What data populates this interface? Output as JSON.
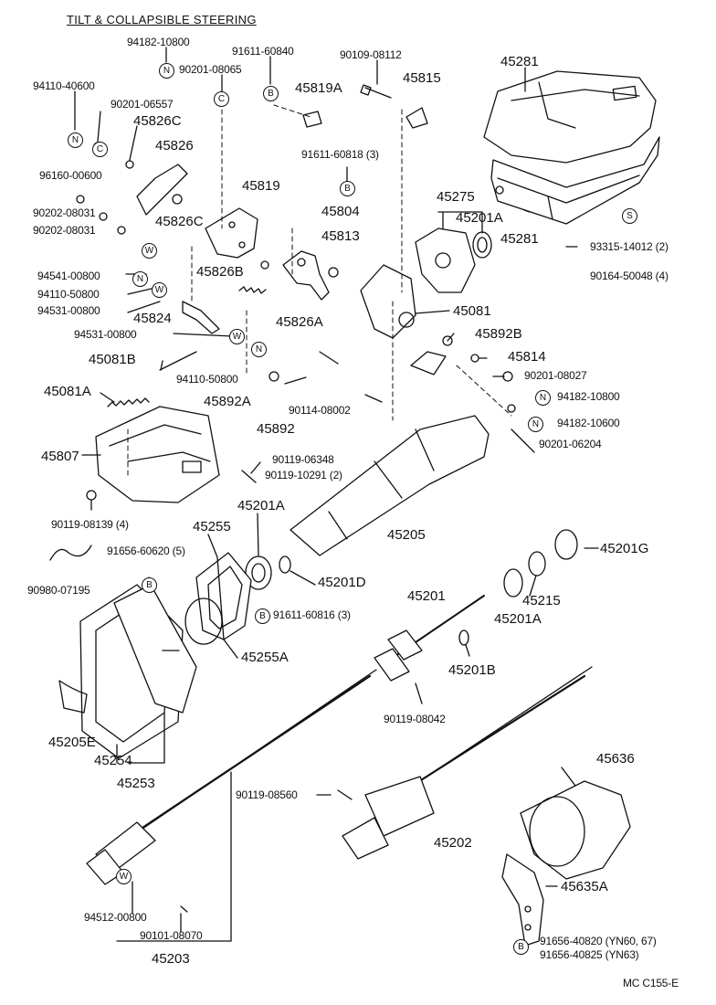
{
  "title": "TILT & COLLAPSIBLE STEERING",
  "code": "MC C155-E",
  "labels": [
    {
      "id": "p94182_10800_top",
      "text": "94182-10800"
    },
    {
      "id": "p91611_60840",
      "text": "91611-60840"
    },
    {
      "id": "p90109_08112",
      "text": "90109-08112"
    },
    {
      "id": "p45281_top",
      "text": "45281"
    },
    {
      "id": "p90201_08065",
      "text": "90201-08065"
    },
    {
      "id": "p45815",
      "text": "45815"
    },
    {
      "id": "p94110_40600",
      "text": "94110-40600"
    },
    {
      "id": "p90201_06557",
      "text": "90201-06557"
    },
    {
      "id": "p45819A",
      "text": "45819A"
    },
    {
      "id": "p45826C_top",
      "text": "45826C"
    },
    {
      "id": "p45826",
      "text": "45826"
    },
    {
      "id": "p91611_60818",
      "text": "91611-60818 (3)"
    },
    {
      "id": "p96160_00600",
      "text": "96160-00600"
    },
    {
      "id": "p45819",
      "text": "45819"
    },
    {
      "id": "p45275",
      "text": "45275"
    },
    {
      "id": "p45201A_top",
      "text": "45201A"
    },
    {
      "id": "p45804",
      "text": "45804"
    },
    {
      "id": "p45826C_mid",
      "text": "45826C"
    },
    {
      "id": "p90202_08031_a",
      "text": "90202-08031"
    },
    {
      "id": "p45281_bot",
      "text": "45281"
    },
    {
      "id": "p90202_08031_b",
      "text": "90202-08031"
    },
    {
      "id": "p45813",
      "text": "45813"
    },
    {
      "id": "p93315_14012",
      "text": "93315-14012 (2)"
    },
    {
      "id": "p94541_00800",
      "text": "94541-00800"
    },
    {
      "id": "p45826B",
      "text": "45826B"
    },
    {
      "id": "p90164_50048",
      "text": "90164-50048 (4)"
    },
    {
      "id": "p94110_50800_a",
      "text": "94110-50800"
    },
    {
      "id": "p94531_00800_a",
      "text": "94531-00800"
    },
    {
      "id": "p45081",
      "text": "45081"
    },
    {
      "id": "p45824",
      "text": "45824"
    },
    {
      "id": "p45826A",
      "text": "45826A"
    },
    {
      "id": "p45892B",
      "text": "45892B"
    },
    {
      "id": "p94531_00800_b",
      "text": "94531-00800"
    },
    {
      "id": "p45814",
      "text": "45814"
    },
    {
      "id": "p45081B",
      "text": "45081B"
    },
    {
      "id": "p90201_08027",
      "text": "90201-08027"
    },
    {
      "id": "p94110_50800_b",
      "text": "94110-50800"
    },
    {
      "id": "p45081A",
      "text": "45081A"
    },
    {
      "id": "p45892A",
      "text": "45892A"
    },
    {
      "id": "p94182_10800_mid",
      "text": "94182-10800"
    },
    {
      "id": "p90114_08002",
      "text": "90114-08002"
    },
    {
      "id": "p45892",
      "text": "45892"
    },
    {
      "id": "p94182_10600",
      "text": "94182-10600"
    },
    {
      "id": "p90201_06204",
      "text": "90201-06204"
    },
    {
      "id": "p45807",
      "text": "45807"
    },
    {
      "id": "p90119_06348",
      "text": "90119-06348"
    },
    {
      "id": "p90119_10291",
      "text": "90119-10291 (2)"
    },
    {
      "id": "p45201A_mid",
      "text": "45201A"
    },
    {
      "id": "p90119_08139",
      "text": "90119-08139 (4)"
    },
    {
      "id": "p45255",
      "text": "45255"
    },
    {
      "id": "p45205",
      "text": "45205"
    },
    {
      "id": "p45201G",
      "text": "45201G"
    },
    {
      "id": "p91656_60620",
      "text": "91656-60620 (5)"
    },
    {
      "id": "p45201D",
      "text": "45201D"
    },
    {
      "id": "p90980_07195",
      "text": "90980-07195"
    },
    {
      "id": "p45201",
      "text": "45201"
    },
    {
      "id": "p45215",
      "text": "45215"
    },
    {
      "id": "p91611_60816",
      "text": "91611-60816 (3)"
    },
    {
      "id": "p45201A_low",
      "text": "45201A"
    },
    {
      "id": "p45255A",
      "text": "45255A"
    },
    {
      "id": "p45201B",
      "text": "45201B"
    },
    {
      "id": "p90119_08042",
      "text": "90119-08042"
    },
    {
      "id": "p45205E",
      "text": "45205E"
    },
    {
      "id": "p45254",
      "text": "45254"
    },
    {
      "id": "p45636",
      "text": "45636"
    },
    {
      "id": "p45253",
      "text": "45253"
    },
    {
      "id": "p90119_08560",
      "text": "90119-08560"
    },
    {
      "id": "p45202",
      "text": "45202"
    },
    {
      "id": "p45635A",
      "text": "45635A"
    },
    {
      "id": "p94512_00800",
      "text": "94512-00800"
    },
    {
      "id": "p90101_08070",
      "text": "90101-08070"
    },
    {
      "id": "p91656_40820",
      "text": "91656-40820 (YN60, 67)"
    },
    {
      "id": "p91656_40825",
      "text": "91656-40825 (YN63)"
    },
    {
      "id": "p45203",
      "text": "45203"
    }
  ],
  "symbols": [
    {
      "id": "s1",
      "letter": "N"
    },
    {
      "id": "s2",
      "letter": "B"
    },
    {
      "id": "s3",
      "letter": "C"
    },
    {
      "id": "s4",
      "letter": "N"
    },
    {
      "id": "s5",
      "letter": "C"
    },
    {
      "id": "s6",
      "letter": "B"
    },
    {
      "id": "s7",
      "letter": "W"
    },
    {
      "id": "s8",
      "letter": "N"
    },
    {
      "id": "s9",
      "letter": "W"
    },
    {
      "id": "s10",
      "letter": "W"
    },
    {
      "id": "s11",
      "letter": "N"
    },
    {
      "id": "s12",
      "letter": "S"
    },
    {
      "id": "s13",
      "letter": "N"
    },
    {
      "id": "s14",
      "letter": "N"
    },
    {
      "id": "s15",
      "letter": "B"
    },
    {
      "id": "s16",
      "letter": "B"
    },
    {
      "id": "s17",
      "letter": "W"
    },
    {
      "id": "s18",
      "letter": "B"
    }
  ]
}
